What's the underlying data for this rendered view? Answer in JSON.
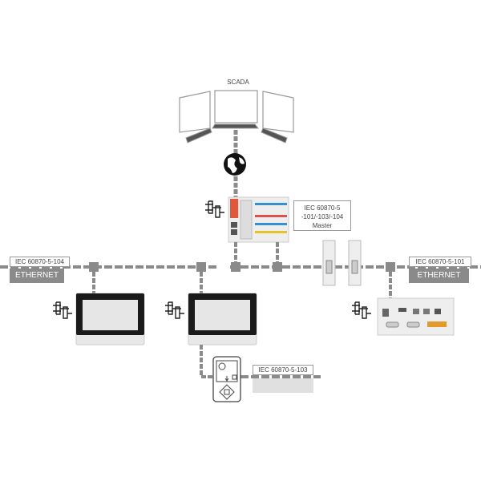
{
  "scada_label": "SCADA",
  "master_box": {
    "line1": "IEC 60870-5",
    "line2": "-101/-103/-104",
    "line3": "Master"
  },
  "left_network": {
    "protocol": "IEC 60870-5-104",
    "medium": "ETHERNET"
  },
  "right_network": {
    "protocol": "IEC 60870-5-101",
    "medium": "ETHERNET"
  },
  "sub_network": {
    "protocol": "IEC 60870-5-103"
  },
  "colors": {
    "bus": "#8a8a8a",
    "bezel": "#1a1a1a",
    "accent_red": "#d9534f",
    "accent_blue": "#3a8fd0",
    "accent_orange": "#e39a2c"
  }
}
